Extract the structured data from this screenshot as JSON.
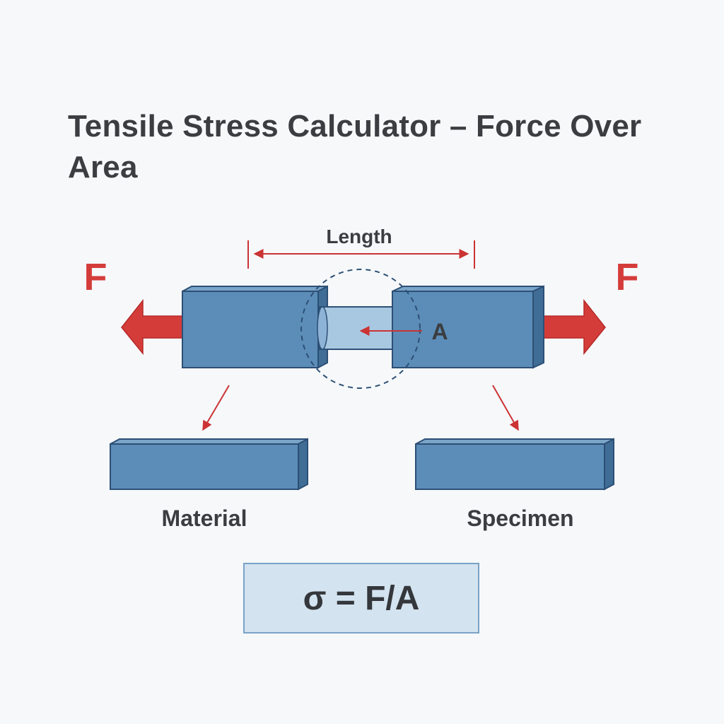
{
  "title": "Tensile Stress Calculator – Force Over Area",
  "labels": {
    "length": "Length",
    "force_left": "F",
    "force_right": "F",
    "area": "A",
    "material": "Material",
    "specimen": "Specimen"
  },
  "formula": "σ = F/A",
  "colors": {
    "block_fill": "#5b8db8",
    "block_edge": "#2d4f75",
    "block_side": "#3f6d96",
    "neck_fill": "#a8c8e2",
    "force_red": "#d43c3a",
    "annotation_red": "#cc3333",
    "text_dark": "#3b3d40",
    "formula_bg": "#d3e3f0",
    "formula_border": "#7aa3c6"
  }
}
